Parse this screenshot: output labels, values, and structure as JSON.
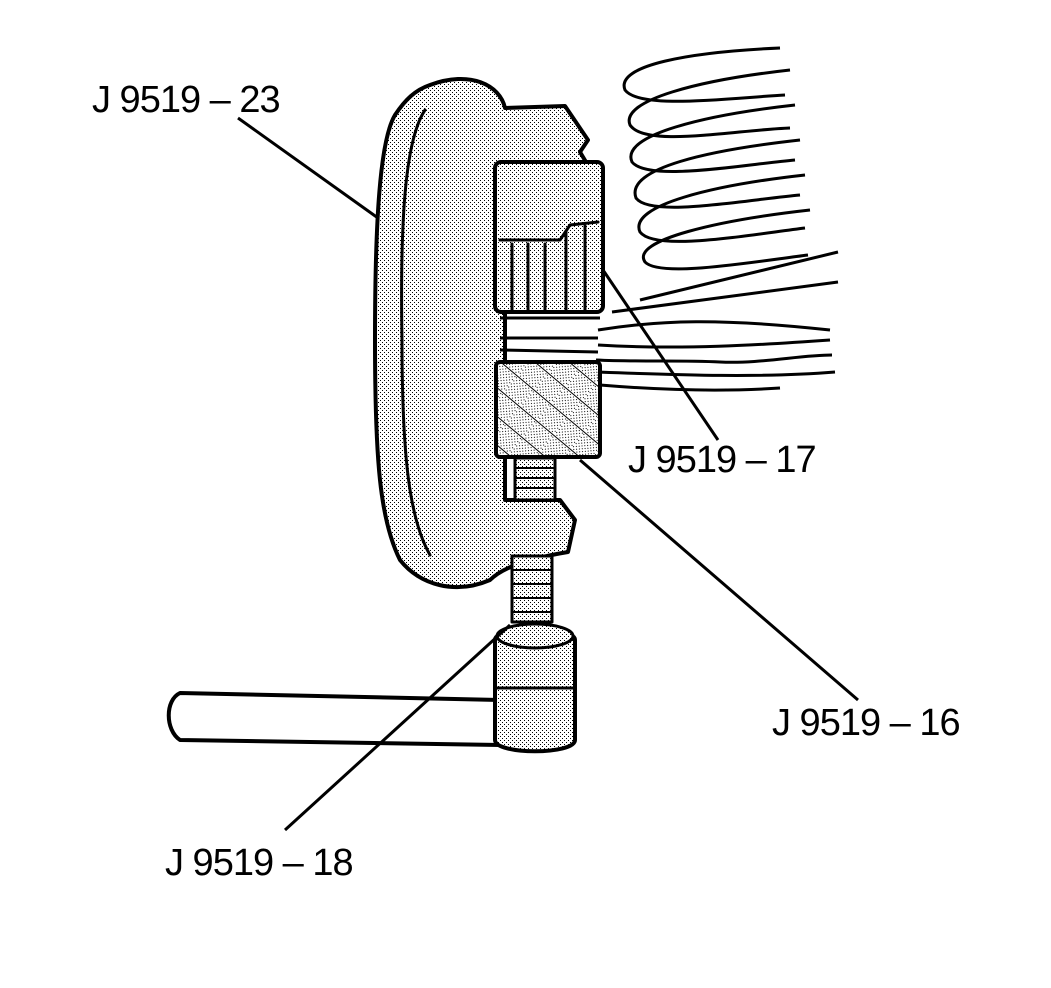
{
  "labels": {
    "tool_frame": "J 9519 – 23",
    "upper_insert": "J 9519 – 17",
    "lower_insert": "J 9519 – 16",
    "forcing_screw": "J 9519 – 18"
  },
  "colors": {
    "line": "#000000",
    "background": "#ffffff",
    "stipple": "#000000"
  }
}
